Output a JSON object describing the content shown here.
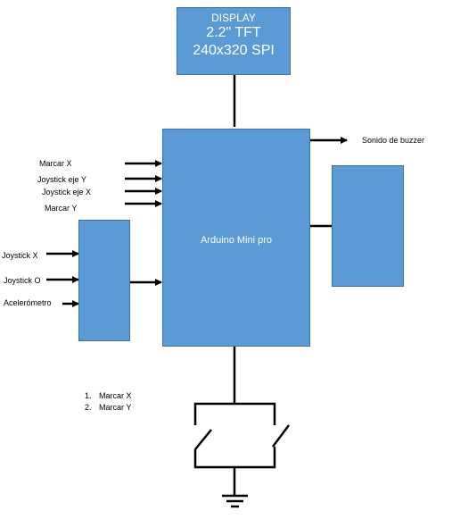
{
  "display": {
    "line1": "DISPLAY",
    "line2": "2.2\" TFT",
    "line3": "240x320 SPI"
  },
  "mcu": {
    "label": "Arduino Mini pro"
  },
  "outputs": {
    "buzzer": "Sonido de buzzer"
  },
  "mcu_inputs": [
    "Marcar X",
    "Joystick eje Y",
    "Joystick eje X",
    "Marcar Y"
  ],
  "left_inputs": [
    "Joystick X",
    "Joystick O",
    "Acelerómetro"
  ],
  "legend": [
    "Marcar X",
    "Marcar Y"
  ],
  "colors": {
    "box_fill": "#5b9bd5",
    "box_border": "#41719c",
    "box_text": "#ffffff"
  }
}
